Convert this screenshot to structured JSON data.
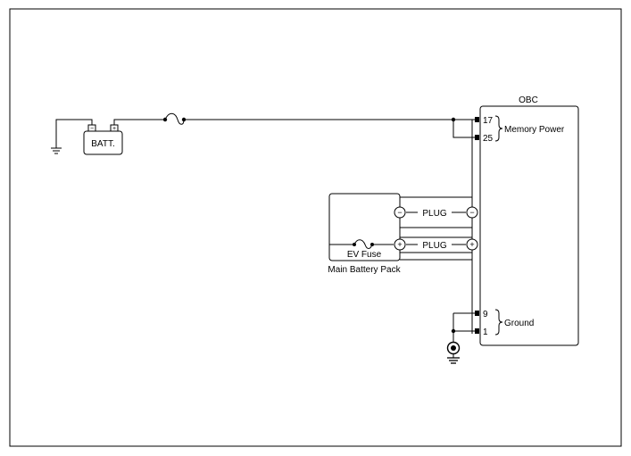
{
  "diagram": {
    "components": {
      "battery": "BATT.",
      "obc": "OBC",
      "main_battery_pack": "Main Battery Pack",
      "ev_fuse": "EV Fuse"
    },
    "plugs": [
      {
        "label": "PLUG",
        "left_symbol": "−",
        "right_symbol": "−"
      },
      {
        "label": "PLUG",
        "left_symbol": "+",
        "right_symbol": "+"
      }
    ],
    "battery_terminals": {
      "negative": "−",
      "positive": "+"
    },
    "obc_pins": [
      {
        "number": "17"
      },
      {
        "number": "25"
      },
      {
        "number": "9"
      },
      {
        "number": "1"
      }
    ],
    "pin_groups": {
      "memory_power": "Memory Power",
      "ground": "Ground"
    }
  }
}
